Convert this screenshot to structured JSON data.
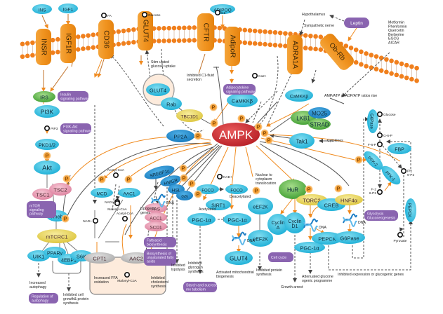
{
  "title": "AMPK signaling pathway",
  "colors": {
    "receptor": "#f0962a",
    "receptor_dark": "#e07c10",
    "membrane_head": "#f07f1c",
    "cyan_node": "#29b5d8",
    "cyan_node_light": "#5fd0ea",
    "blue_node": "#1a86c8",
    "green_node": "#58b446",
    "pink_node": "#e597b0",
    "yellow_node": "#e9d65b",
    "grey_node": "#b8b8b8",
    "purple_box": "#8a64b0",
    "ampk": "#c8282e",
    "orange_arrow": "#f08a1e",
    "phospho": "#f5a030",
    "dark_line": "#555555"
  },
  "receptors": [
    {
      "id": "insr",
      "label": "INSR"
    },
    {
      "id": "igf1r",
      "label": "IGF1R"
    },
    {
      "id": "cd36",
      "label": "CD36"
    },
    {
      "id": "glut4",
      "label": "GLUT4"
    },
    {
      "id": "cftr",
      "label": "CFTR"
    },
    {
      "id": "adipor",
      "label": "AdipoR"
    },
    {
      "id": "adra1a",
      "label": "ADRA1A"
    },
    {
      "id": "obrb",
      "label": "Ob-Rb"
    }
  ],
  "ligands": {
    "ins": "INS",
    "igf1": "IGF1",
    "adipoq": "ADIPOQ",
    "leptin": "Leptin"
  },
  "small_molecules": {
    "fa": "FA",
    "glucose_top": "Glucose",
    "cl": "C1-",
    "ca": "Ca2+",
    "pip3": "PIP3",
    "acetylcoa_1": "Acetyl-CoA",
    "nad_1": "NAD+",
    "malonylcoa_1": "Malonyl-CoA",
    "acetylcoa_2": "Acetyl-CoA",
    "nad_2": "NAD+",
    "malonylcoa_2": "Malonyl-CoA",
    "nad_3": "NAD+",
    "glucose_r": "Glucose",
    "g6p": "G-6-P",
    "f6p": "F-6-P",
    "f26p2": "F-2\n6-P2",
    "f16p2": "F-2\n6-P2",
    "pyruvate": "Pyruvate"
  },
  "nodes": {
    "irs": "IRS",
    "pi3k": "PI3K",
    "pkd12": "PKD1/2",
    "akt": "Akt",
    "tsc1": "TSC1",
    "tsc2": "TSC2",
    "rheb": "Rheb",
    "mtorc1": "mTCRC1",
    "ulk1": "UIK1",
    "ppary": "PPARγ",
    "4ebp1": "4EBP1",
    "s6k": "S6K",
    "mcd": "MCD",
    "aac1": "AAC1",
    "cpt1": "CPT1",
    "aac2": "AAC2",
    "glut4_vesicle": "GLUT4",
    "rab": "Rab",
    "tbc1d1": "TBC1D1",
    "pp2a": "PP2A",
    "ampk": "AMPK",
    "camkkb_1": "CaMKKβ",
    "camkkb_2": "CaMKKβ",
    "lkb1": "LKB1",
    "mo25": "MO25",
    "strad": "STRAD",
    "tak1": "Tak1",
    "srebp1c": "SREBP1c",
    "hmgr": "HMGR",
    "hsl": "HSL",
    "gs": "GS",
    "fas": "FAS",
    "acc1": "ACC1",
    "scd1": "SCD1",
    "foxo_1": "FOCO",
    "foxo_2": "FOCO",
    "sirt1": "SIRT1",
    "pgc1a_1": "PGC-1α",
    "pgc1a_2": "PGC-1α",
    "glut4_b": "GLUT4",
    "eef2k_1": "eEF2K",
    "eef2k_2": "eEF2K",
    "hur": "HuR",
    "cyclina": "Cyclin\nA",
    "cyclind1": "Cyclin\nD1",
    "torc2": "TORC2",
    "creb": "CREB",
    "hnf4a": "HNF4α",
    "pgc1a_3": "PGC-1α",
    "pepck_1": "PEPCK",
    "g6pase_1": "G6Pase",
    "g6pase_2": "G6Pase",
    "pfk2": "PFK-2",
    "fbp": "FBP",
    "pfk1": "PFK-1",
    "pepck_2": "PEPCK"
  },
  "pathway_boxes": {
    "insulin": "Insulin\nsignaling pathway",
    "pi3k_akt": "PI3K-Akt\nsignaling pathway",
    "adipocytokine": "Adipocytokine\nsignaling pathway",
    "mtor": "mTOR\nsignaling\npathway",
    "autophagy": "Regulation of\nautophagy",
    "fatty_acid": "Fattyacid\nbiosynthesis",
    "unsat_fatty": "Biosynthesis of\nunsaturated fatty\nacids",
    "starch": "Starch and sucrose\nme tabolism",
    "cell_cycle": "Cell cycle",
    "glycolysis": "Glycolysis\nGluconeogenesis"
  },
  "annotations": {
    "stimulated_glucose": "Stim ulated\nglucose uptake",
    "inhibited_cl": "Inhibited C1-fluid\nsecretion",
    "hypothalamus": "Hypothalamus",
    "sympathetic": "Sympathetic nerve",
    "drugs": "Metformin\nPhenformin\nQuercetin\nBerberine\nEGCG\nAICAR",
    "amp_ratio": "AMP/ATP or ADP/ATP ratios rise",
    "cytokines": "Cytokines",
    "lipogenic": "Lipogenic\ngenes",
    "acetylated": "Acetylated",
    "deacetylated": "Deacetylated",
    "nuclear": "Nuclear to\ncytoplasm\ntranslocation",
    "dna": "DNA",
    "increased_autophagy": "Increased\nautophagy",
    "inhibited_cell_growth": "Inhibited cell\ngrowth& protein\nsynthesis",
    "increased_ffa": "Increased FFA\noxidation",
    "inhibited_cholesterol": "Inhibited\ncholesterol\nsynthesis",
    "inhibited_lypolysis": "Inhibited\nlypolysis",
    "inhibited_glycogen": "Inhibited\nglycogen\nsynthesis",
    "activated_mito": "Activated mitochondrial\nbiogenesis",
    "inhibited_protein": "Inhibited protein\nsynthesis",
    "growth_arrest": "Growth arrest",
    "attenuated": "Attenuated glucone\nogenic programme",
    "inhibited_expression": "Inhibited expression or glucogenic genes"
  },
  "phospho_label": "P"
}
